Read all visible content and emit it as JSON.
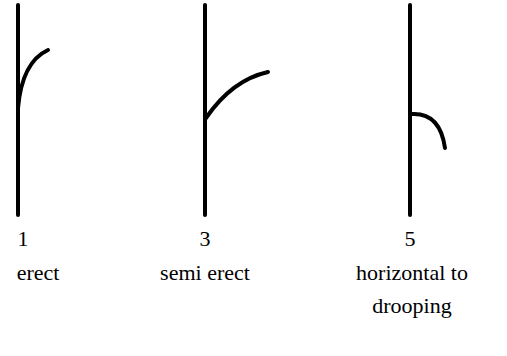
{
  "diagram": {
    "labels": [
      "1",
      "erect",
      "3",
      "semi erect",
      "5",
      "horizontal to drooping"
    ]
  }
}
